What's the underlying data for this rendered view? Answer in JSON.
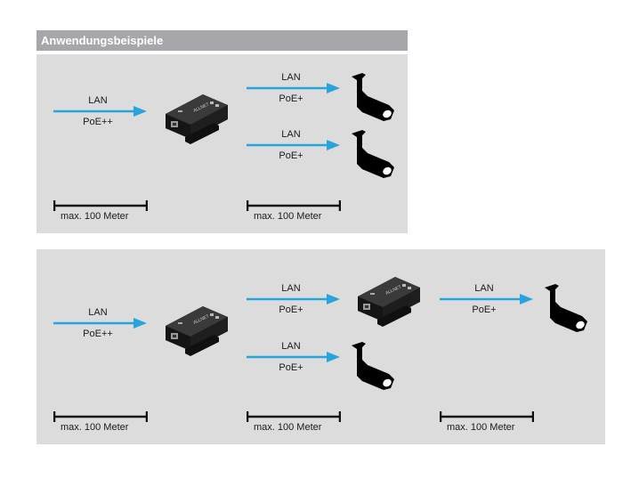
{
  "header": {
    "title": "Anwendungsbeispiele"
  },
  "colors": {
    "arrow": "#29a3dc",
    "panel_bg": "#dcdcdc",
    "header_bg": "#a7a7ab",
    "device": "#1c1c1c"
  },
  "icons": {
    "device": "poe-extender-icon",
    "camera": "camera-icon",
    "arrow": "arrow-right-icon"
  },
  "example1": {
    "input_link": {
      "top": "LAN",
      "bottom": "PoE++"
    },
    "output_links": [
      {
        "top": "LAN",
        "bottom": "PoE+"
      },
      {
        "top": "LAN",
        "bottom": "PoE+"
      }
    ],
    "distances": [
      "max. 100 Meter",
      "max. 100 Meter"
    ]
  },
  "example2": {
    "input_link": {
      "top": "LAN",
      "bottom": "PoE++"
    },
    "output_links": [
      {
        "top": "LAN",
        "bottom": "PoE+"
      },
      {
        "top": "LAN",
        "bottom": "PoE+"
      }
    ],
    "cascade_link": {
      "top": "LAN",
      "bottom": "PoE+"
    },
    "distances": [
      "max. 100 Meter",
      "max. 100 Meter",
      "max. 100 Meter"
    ]
  }
}
